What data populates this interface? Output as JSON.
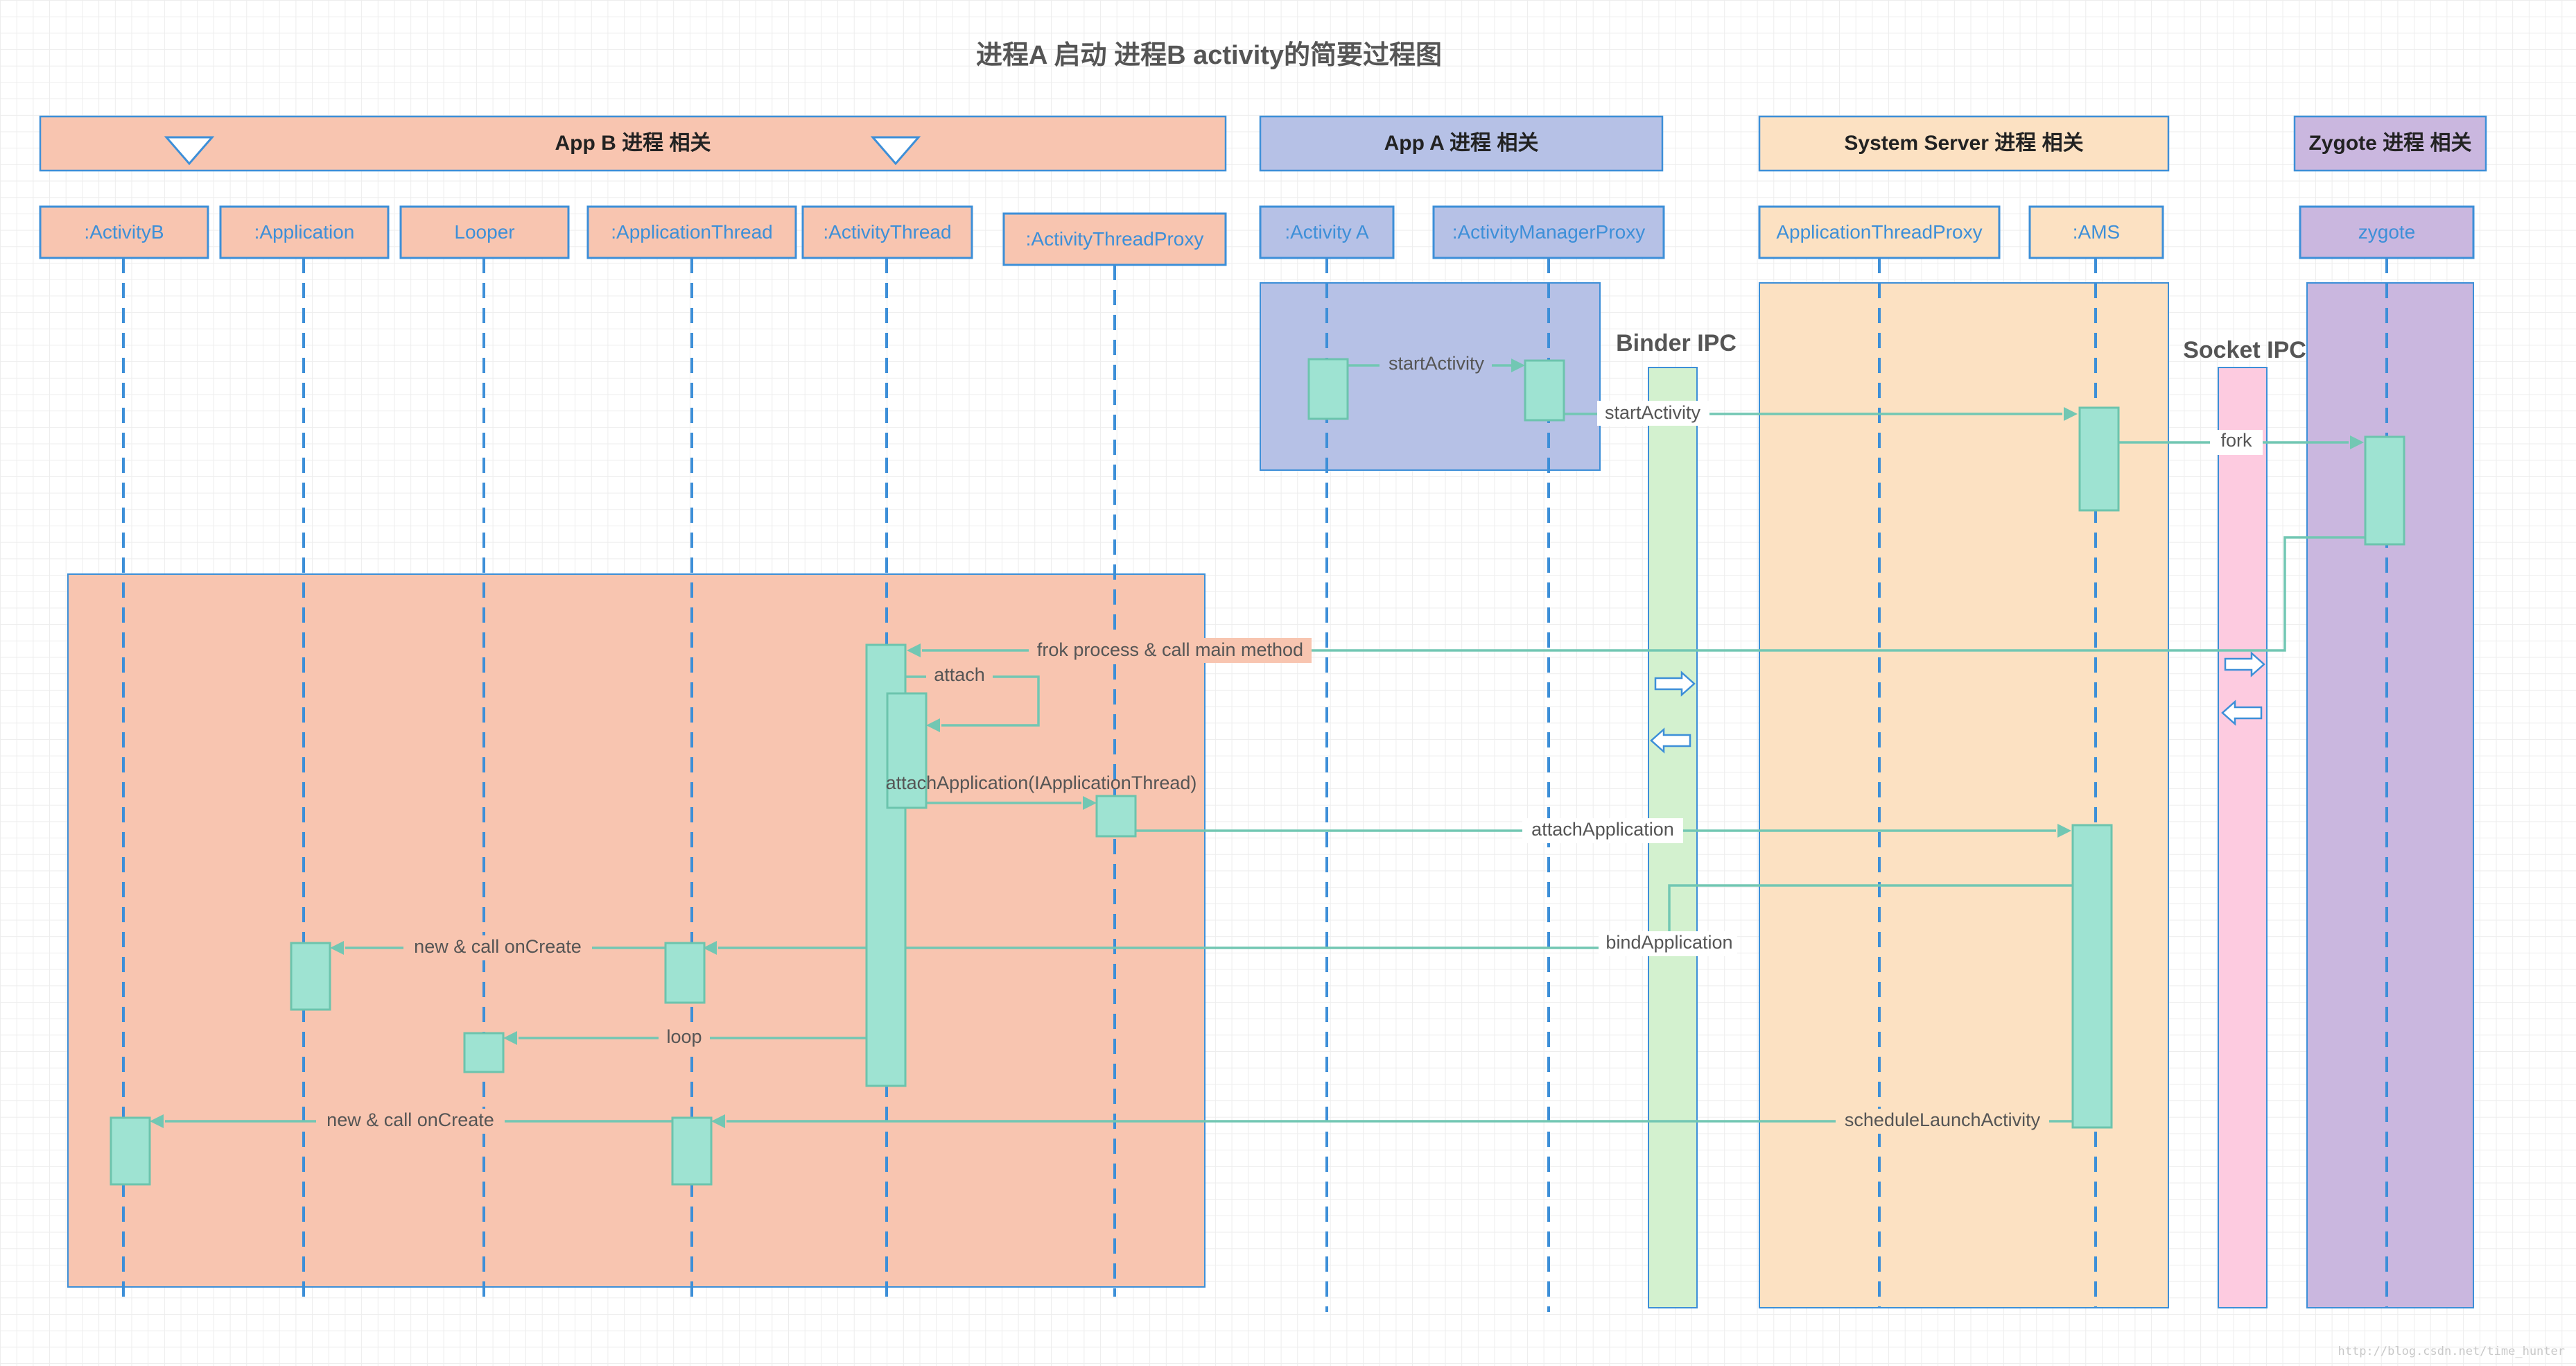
{
  "title": "进程A 启动 进程B activity的简要过程图",
  "groups": {
    "app_b": "App B 进程 相关",
    "app_a": "App A  进程 相关",
    "system_server": "System Server  进程 相关",
    "zygote": "Zygote  进程 相关"
  },
  "lifelines": {
    "activity_b": ":ActivityB",
    "application": ":Application",
    "looper": "Looper",
    "application_thread": ":ApplicationThread",
    "activity_thread": ":ActivityThread",
    "activity_thread_proxy": ":ActivityThreadProxy",
    "activity_a": ":Activity A",
    "activity_manager_proxy": ":ActivityManagerProxy",
    "application_thread_proxy": "ApplicationThreadProxy",
    "ams": ":AMS",
    "zygote": "zygote"
  },
  "ipc": {
    "binder": "Binder IPC",
    "socket": "Socket IPC"
  },
  "messages": {
    "start_activity_1": "startActivity",
    "start_activity_2": "startActivity",
    "fork": "fork",
    "fork_process": "frok process & call main method",
    "attach": "attach",
    "attach_application_thread": "attachApplication(IApplicationThread)",
    "attach_application": "attachApplication",
    "bind_application": "bindApplication",
    "new_call_oncreate_app": "new & call onCreate",
    "loop": "loop",
    "schedule_launch_activity": "scheduleLaunchActivity",
    "new_call_oncreate_activity": "new & call onCreate"
  },
  "colors": {
    "app_b": "#f8c5b0",
    "app_a": "#b6c1e6",
    "system_server": "#fce1c2",
    "zygote": "#cab7df",
    "binder": "#d3f1cf",
    "socket": "#fdcbe0",
    "activation": "#9ee3d2",
    "lifeline": "#3d8fd8",
    "message": "#72c7b3"
  },
  "watermark": "http://blog.csdn.net/time_hunter"
}
